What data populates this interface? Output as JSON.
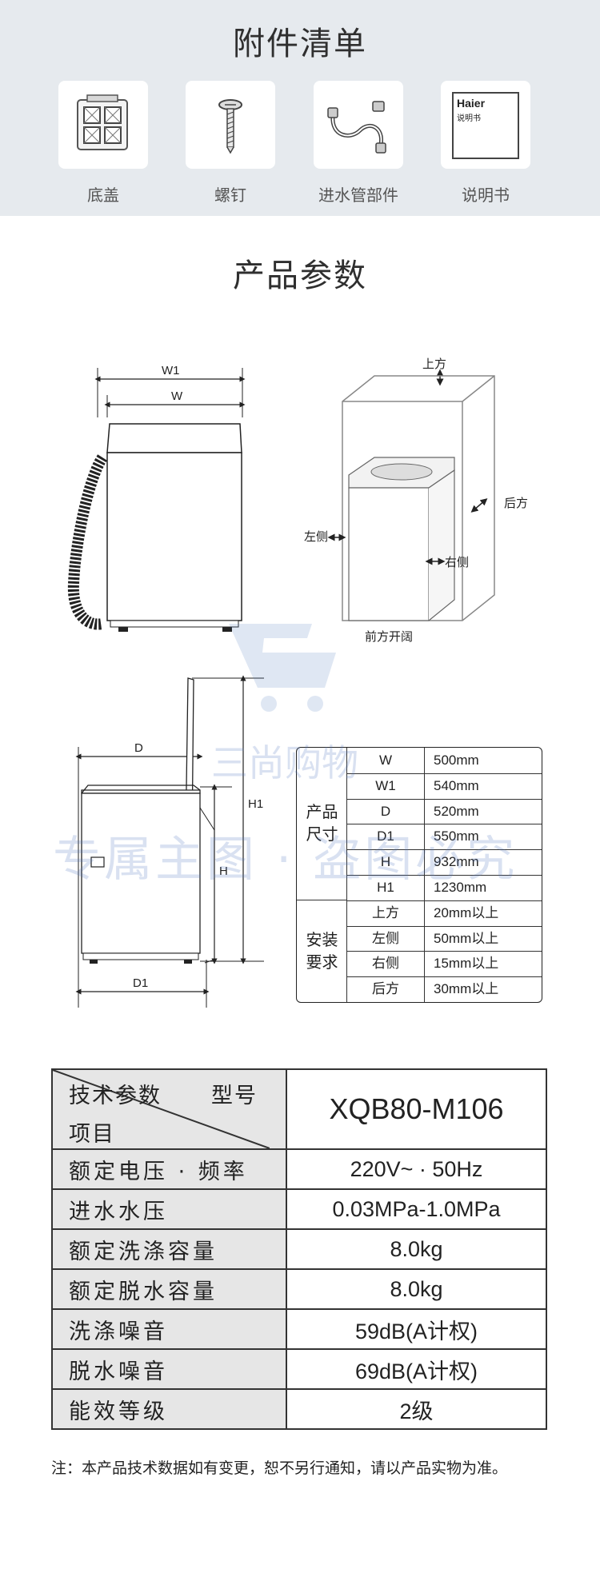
{
  "accessories": {
    "title": "附件清单",
    "items": [
      {
        "label": "底盖",
        "icon": "bottom-cover-icon"
      },
      {
        "label": "螺钉",
        "icon": "screw-icon"
      },
      {
        "label": "进水管部件",
        "icon": "inlet-hose-icon"
      },
      {
        "label": "说明书",
        "icon": "manual-icon"
      }
    ],
    "manual_brand": "Haier",
    "manual_text": "说明书"
  },
  "params": {
    "title": "产品参数",
    "front_labels": {
      "w1": "W1",
      "w": "W"
    },
    "clearance_labels": {
      "top": "上方",
      "back": "后方",
      "left": "左侧",
      "right": "右侧",
      "front": "前方开阔"
    },
    "side_labels": {
      "d": "D",
      "d1": "D1",
      "h1": "H1",
      "h": "H"
    }
  },
  "size_spec": {
    "group1": "产品\n尺寸",
    "group1_l1": "产品",
    "group1_l2": "尺寸",
    "group2_l1": "安装",
    "group2_l2": "要求",
    "rows": [
      {
        "k": "W",
        "v": "500mm"
      },
      {
        "k": "W1",
        "v": "540mm"
      },
      {
        "k": "D",
        "v": "520mm"
      },
      {
        "k": "D1",
        "v": "550mm"
      },
      {
        "k": "H",
        "v": "932mm"
      },
      {
        "k": "H1",
        "v": "1230mm"
      },
      {
        "k": "上方",
        "v": "20mm以上"
      },
      {
        "k": "左侧",
        "v": "50mm以上"
      },
      {
        "k": "右侧",
        "v": "15mm以上"
      },
      {
        "k": "后方",
        "v": "30mm以上"
      }
    ]
  },
  "tech_table": {
    "header_left": "技术参数",
    "header_right": "型号",
    "header_bottom": "项目",
    "model": "XQB80-M106",
    "rows": [
      {
        "k": "额定电压 · 频率",
        "v": "220V~ · 50Hz"
      },
      {
        "k": "进水水压",
        "v": "0.03MPa-1.0MPa"
      },
      {
        "k": "额定洗涤容量",
        "v": "8.0kg"
      },
      {
        "k": "额定脱水容量",
        "v": "8.0kg"
      },
      {
        "k": "洗涤噪音",
        "v": "59dB(A计权)"
      },
      {
        "k": "脱水噪音",
        "v": "69dB(A计权)"
      },
      {
        "k": "能效等级",
        "v": "2级"
      }
    ]
  },
  "note": "注：本产品技术数据如有变更，恕不另行通知，请以产品实物为准。",
  "watermark": {
    "line1": "三尚购物",
    "line2": "专属主图 · 盗图必究"
  }
}
